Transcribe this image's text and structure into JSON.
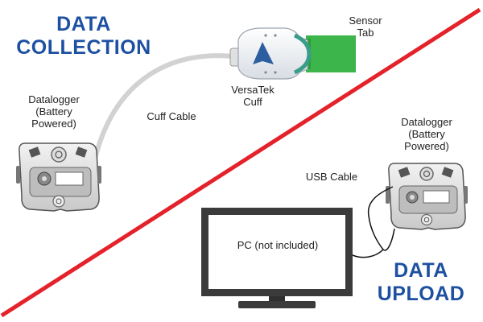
{
  "sections": {
    "collection": [
      "DATA",
      "COLLECTION"
    ],
    "upload": [
      "DATA",
      "UPLOAD"
    ]
  },
  "labels": {
    "sensor_tab": [
      "Sensor",
      "Tab"
    ],
    "versatek_cuff": [
      "VersaTek",
      "Cuff"
    ],
    "cuff_cable": "Cuff Cable",
    "datalogger_left": [
      "Datalogger",
      "(Battery",
      "Powered)"
    ],
    "datalogger_right": [
      "Datalogger",
      "(Battery",
      "Powered)"
    ],
    "usb_cable": "USB Cable",
    "pc": "PC (not included)"
  },
  "colors": {
    "divider": "#e4222b",
    "heading": "#1e50a2",
    "sensor_tab": "#3cb54a",
    "cable": "#d2d2d2",
    "monitor": "#3b3b3b"
  },
  "icons": [
    "datalogger-device-icon",
    "versatek-cuff-icon",
    "sensor-tab-icon",
    "pc-monitor-icon"
  ]
}
